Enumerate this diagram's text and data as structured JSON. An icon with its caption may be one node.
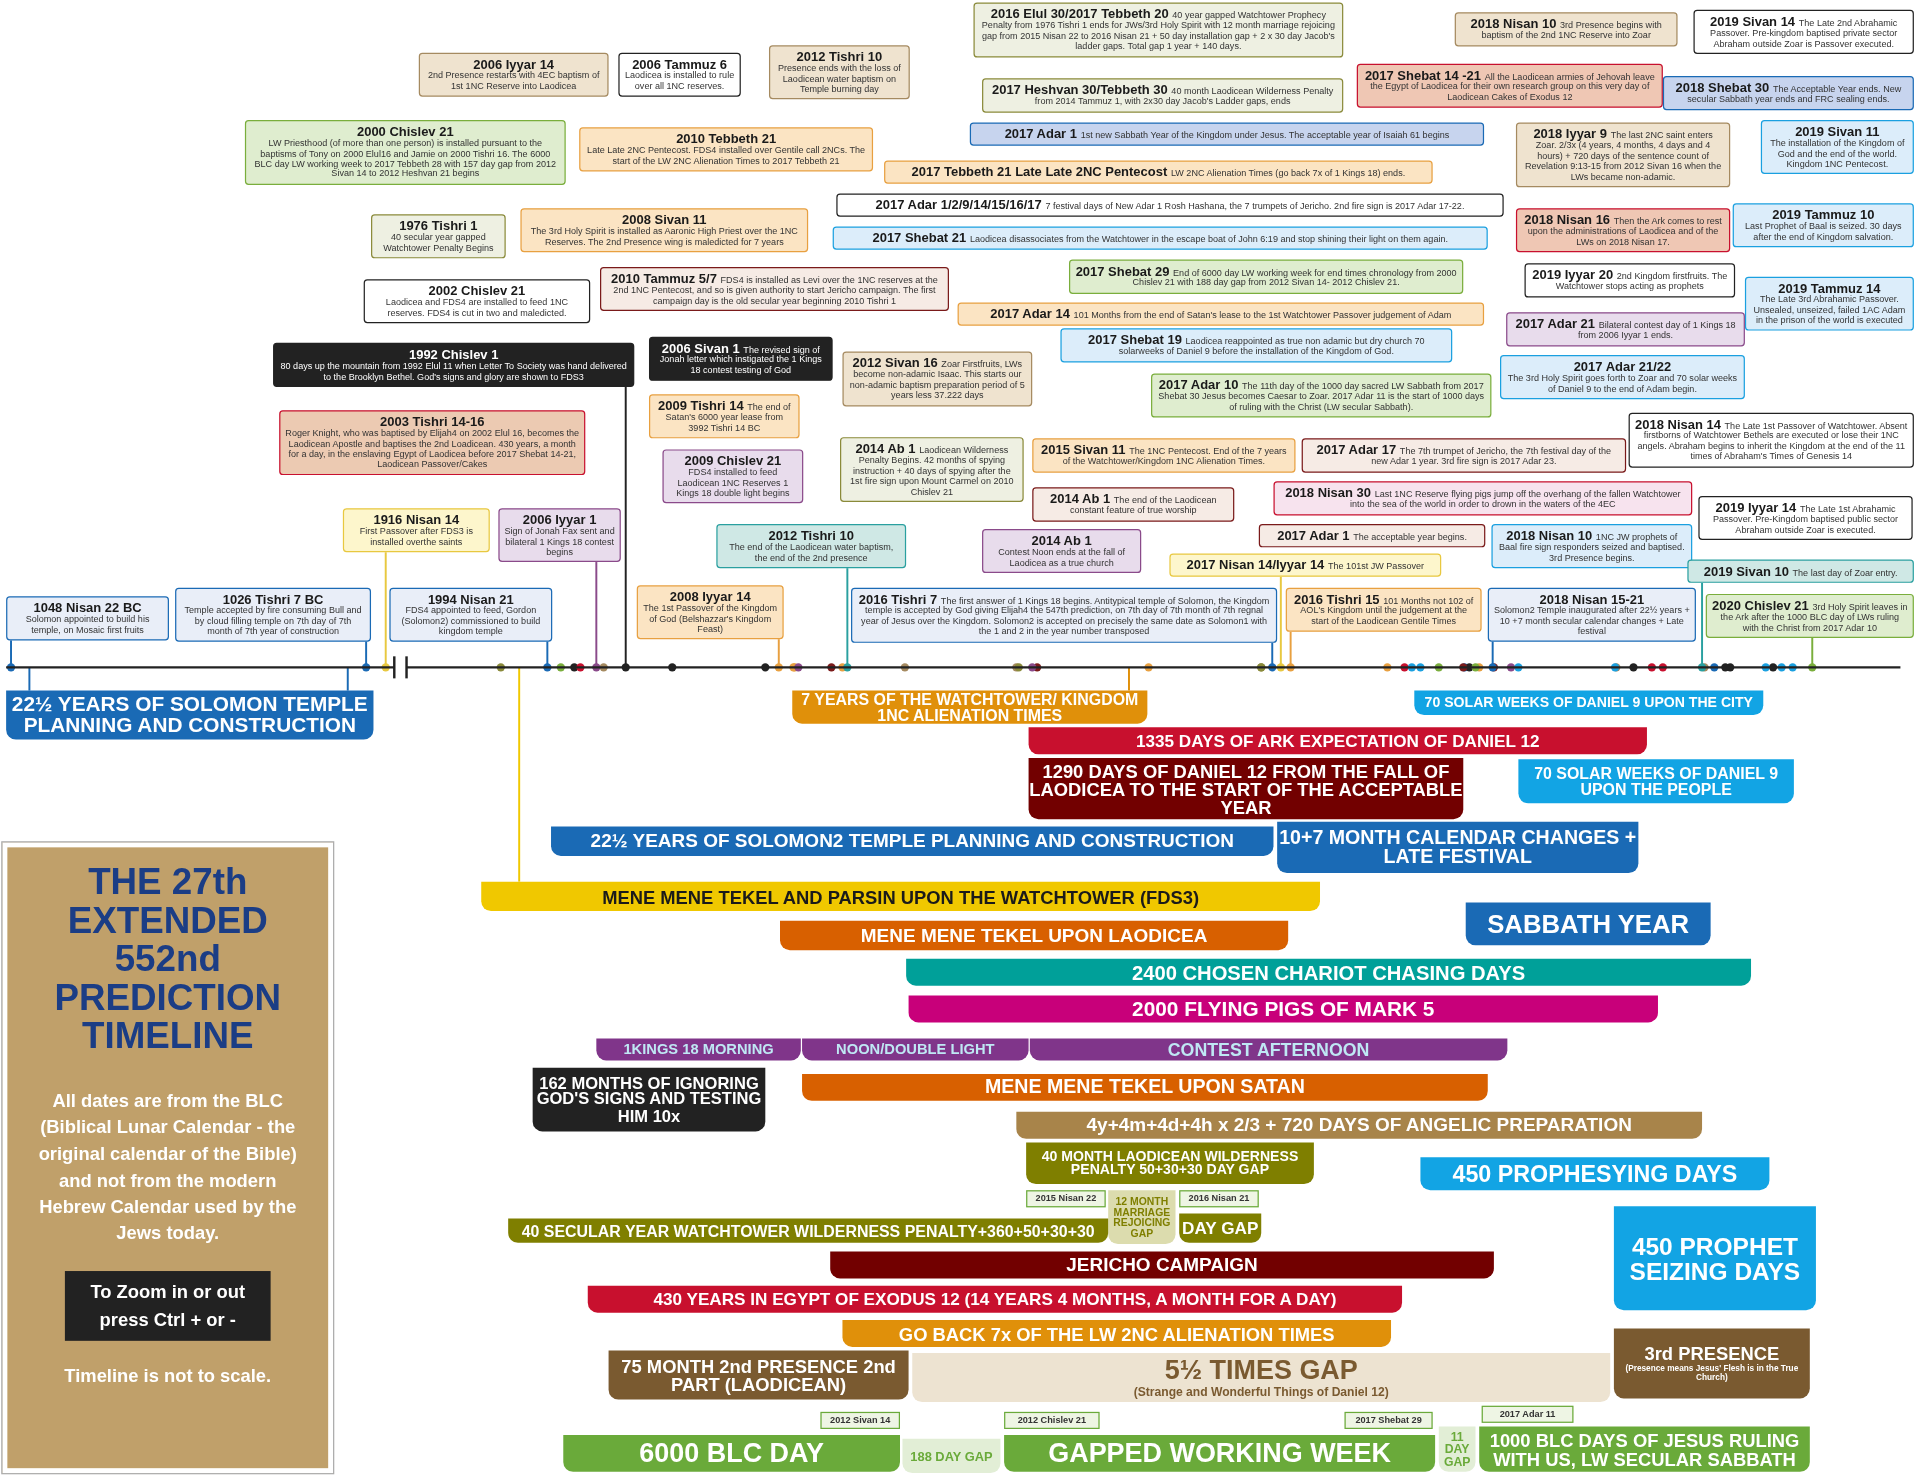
{
  "diagram": {
    "title": "THE 27th EXTENDED 552nd PREDICTION TIMELINE",
    "nodes": [
      {
        "text": [
          "2006 Iyyar 14",
          "2nd Presence restarts with 4EC baptism of 1st 1NC Reserve into Laodicea"
        ]
      },
      {
        "text": [
          "2006 Tammuz 6",
          "Laodicea is installed to rule over all 1NC reserves."
        ]
      },
      {
        "text": [
          "2012 Tishri 10",
          "Presence ends with the loss of Laodicean water baptism on Temple burning day"
        ]
      },
      {
        "text": [
          "2016 Elul 30/2017 Tebbeth 20",
          "40 year gapped Watchtower Prophecy Penalty from 1976 Tishri 1 ends for JWs/3rd Holy Spirit with 12 month marriage rejoicing gap from 2015 Nisan 22 to 2016 Nisan 21 + 50 day installation gap + 2 x 30 day Jacob's ladder gaps. Total gap 1 year + 140 days."
        ]
      },
      {
        "text": [
          "2018 Nisan 10",
          "3rd Presence begins with baptism of the 2nd 1NC Reserve into Zoar"
        ]
      },
      {
        "text": [
          "2019 Sivan 14",
          "The Late 2nd Abrahamic Passover. Pre-kingdom baptised private sector Abraham outside Zoar is Passover executed."
        ]
      },
      {
        "text": [
          "2017 Heshvan 30/Tebbeth 30",
          "40 month Laodicean Wilderness Penalty from 2014 Tammuz 1, with 2x30 day Jacob's Ladder gaps, ends"
        ]
      },
      {
        "text": [
          "2017 Shebat 14 -21",
          "All the Laodicean armies of Jehovah leave the Egypt of Laodicea for their own research group on this very day of Laodicean Cakes of Exodus 12"
        ]
      },
      {
        "text": [
          "2018 Shebat 30",
          "The Acceptable Year ends. New secular Sabbath year ends and FRC sealing ends."
        ]
      },
      {
        "text": [
          "2000 Chislev 21",
          "LW Priesthood (of more than one person) is installed pursuant to the baptisms of Tony on 2000 Elul16 and Jamie on 2000 Tishri 16. The 6000 BLC day LW working week to 2017 Tebbeth 28 with 157 day gap from 2012 Sivan 14 to 2012 Heshvan 21 begins"
        ]
      },
      {
        "text": [
          "2010 Tebbeth 21",
          "Late Late 2NC Pentecost. FDS4 installed over Gentile call 2NCs. The start of the LW 2NC Alienation Times to 2017 Tebbeth 21"
        ]
      },
      {
        "text": [
          "2017 Adar 1",
          "1st new Sabbath Year of the Kingdom under Jesus. The acceptable year of Isaiah 61 begins"
        ]
      },
      {
        "text": [
          "2018 Iyyar 9",
          "The last 2NC saint enters Zoar. 2/3x (4 years, 4 months, 4 days and 4 hours) + 720 days of the sentence count of Revelation 9:13-15 from 2012 Sivan 16 when the LWs became non-adamic."
        ]
      },
      {
        "text": [
          "2019 Sivan 11",
          "The installation of the Kingdom of God and the end of the world. Kingdom 1NC Pentecost."
        ]
      },
      {
        "text": [
          "2017 Tebbeth 21 Late Late 2NC Pentecost",
          "LW 2NC Alienation Times (go back 7x of 1 Kings 18) ends."
        ]
      },
      {
        "text": [
          "1976 Tishri 1",
          "40 secular year gapped Watchtower Penalty Begins"
        ]
      },
      {
        "text": [
          "2008 Sivan 11",
          "The 3rd Holy Spirit is installed as Aaronic High Priest over the 1NC Reserves. The 2nd Presence wing is maledicted for 7 years"
        ]
      },
      {
        "text": [
          "2017 Adar 1/2/9/14/15/16/17",
          "7 festival days of New Adar 1 Rosh Hashana, the 7 trumpets of Jericho. 2nd fire sign is 2017 Adar 17-22."
        ]
      },
      {
        "text": [
          "2018 Nisan 16",
          "Then the Ark comes to rest upon the administrations of Laodicea and of the LWs on 2018 Nisan 17."
        ]
      },
      {
        "text": [
          "2019 Tammuz 10",
          "Last Prophet of Baal is seized. 30 days after the end of Kingdom salvation."
        ]
      },
      {
        "text": [
          "2017 Shebat 21",
          "Laodicea disassociates from the Watchtower in the escape boat of John 6:19 and stop shining their light on them again."
        ]
      },
      {
        "text": [
          "2002 Chislev 21",
          "Laodicea and FDS4 are installed to feed 1NC reserves. FDS4 is cut in two and maledicted."
        ]
      },
      {
        "text": [
          "2010 Tammuz 5/7",
          "FDS4 is installed as Levi over the 1NC reserves at the 2nd 1NC Pentecost, and so is given authority to start Jericho campaign. The first campaign day is the old secular year beginning 2010 Tishri 1"
        ]
      },
      {
        "text": [
          "2017 Shebat 29",
          "End of 6000 day LW working week for end times chronology from 2000 Chislev 21 with 188 day gap from 2012 Sivan 14- 2012 Chislev 21."
        ]
      },
      {
        "text": [
          "2019 Iyyar 20",
          "2nd Kingdom firstfruits. The Watchtower stops acting as prophets"
        ]
      },
      {
        "text": [
          "2019 Tammuz 14",
          "The Late 3rd Abrahamic Passover. Unsealed, unseized, failed 1AC Adam in the prison of the world is executed"
        ]
      },
      {
        "text": [
          "2017 Adar 14",
          "101 Months from the end of Satan's lease to the 1st Watchtower Passover judgement of Adam"
        ]
      },
      {
        "text": [
          "1992 Chislev 1",
          "80 days up the mountain from 1992 Elul 11 when Letter To Society was hand delivered to the Brooklyn Bethel. God's signs and glory are shown to FDS3"
        ]
      },
      {
        "text": [
          "2006 Sivan 1",
          "The revised sign of Jonah letter which instigated the 1 Kings 18 contest testing of God"
        ]
      },
      {
        "text": [
          "2017 Shebat 19",
          "Laodicea reappointed as true non adamic but dry church 70 solarweeks of Daniel 9 before the installation of the Kingdom of God."
        ]
      },
      {
        "text": [
          "2017 Adar 21",
          "Bilateral contest day of 1 Kings 18 from 2006 Iyyar 1 ends."
        ]
      },
      {
        "text": [
          "2017 Adar 21/22",
          "The 3rd Holy Spirit goes forth to Zoar and 70 solar weeks of Daniel 9 to the end of Adam begin."
        ]
      },
      {
        "text": [
          "2012 Sivan 16",
          "Zoar Firstfruits, LWs become non-adamic Isaac. This starts our non-adamic baptism preparation period of 5 years less 37.222 days"
        ]
      },
      {
        "text": [
          "2017 Adar 10",
          "The 11th day of the 1000 day sacred LW Sabbath from 2017 Shebat 30 Jesus becomes Caesar to Zoar. 2017 Adar 11 is the start of 1000 days of ruling with the Christ (LW secular Sabbath)."
        ]
      },
      {
        "text": [
          "2003 Tishri 14-16",
          "Roger Knight, who was baptised by Elijah4 on 2002 Elul 16, becomes the Laodicean Apostle and baptises the 2nd Loadicean. 430 years, a month for a day, in the enslaving Egypt of Laodicea before 2017 Shebat 14-21, Laodicean Passover/Cakes"
        ]
      },
      {
        "text": [
          "2009 Tishri 14",
          "The end of Satan's 6000 year lease from 3992 Tishri 14 BC"
        ]
      },
      {
        "text": [
          "2009 Chislev 21",
          "FDS4 installed to feed Laodicean 1NC Reserves 1 Kings 18 double light begins"
        ]
      },
      {
        "text": [
          "2014 Ab 1",
          "Laodicean Wilderness Penalty Begins. 42 months of spying instruction + 40 days of spying after the 1st fire sign upon Mount Carmel on 2010 Chislev 21"
        ]
      },
      {
        "text": [
          "2015 Sivan 11",
          "The 1NC Pentecost. End of the 7 years of the Watchtower/Kingdom 1NC Alienation Times."
        ]
      },
      {
        "text": [
          "2017 Adar 17",
          "The 7th trumpet of Jericho, the 7th festival day of the new Adar 1 year. 3rd fire sign is 2017 Adar 23."
        ]
      },
      {
        "text": [
          "2018 Nisan 14",
          "The Late 1st Passover of Watchtower. Absent firstborns of Watchtower Bethels are executed or lose their 1NC angels. Abraham begins to inherit the Kingdom at the end of the 11 times of Abraham's Times of Genesis 14"
        ]
      },
      {
        "text": [
          "2018 Nisan 30",
          "Last 1NC Reserve flying pigs jump off the overhang of the fallen Watchtower into the sea of the world in order to drown in the waters of the 4EC"
        ]
      },
      {
        "text": [
          "2014 Ab 1",
          "The end of the Laodicean constant feature of true worship"
        ]
      },
      {
        "text": [
          "1916 Nisan 14",
          "First Passover after FDS3 is installed overthe saints"
        ]
      },
      {
        "text": [
          "2006 Iyyar 1",
          "Sign of Jonah Fax sent and bilateral 1 Kings 18 contest begins"
        ]
      },
      {
        "text": [
          "2012 Tishri 10",
          "The end of the Laodicean water baptism, the end of the 2nd presence"
        ]
      },
      {
        "text": [
          "2014 Ab 1",
          "Contest Noon ends at the fall of Laodicea as a true church"
        ]
      },
      {
        "text": [
          "2017 Adar 1",
          "The acceptable year begins."
        ]
      },
      {
        "text": [
          "2018 Nisan 10",
          "1NC JW prophets of Baal fire sign responders seized and baptised. 3rd Presence begins."
        ]
      },
      {
        "text": [
          "2019 Iyyar 14",
          "The Late 1st Abrahamic Passover. Pre-Kingdom baptised public sector Abraham outside Zoar is executed."
        ]
      },
      {
        "text": [
          "2017 Nisan 14/Iyyar 14",
          "The 101st JW Passover"
        ]
      },
      {
        "text": [
          "2019 Sivan 10",
          "The last day of Zoar entry."
        ]
      },
      {
        "text": [
          "1048 Nisan 22 BC",
          "Solomon appointed to build his temple, on Mosaic first fruits"
        ]
      },
      {
        "text": [
          "1026 Tishri 7 BC",
          "Temple accepted by fire consuming Bull and by cloud filling temple on 7th day of 7th month of 7th year of construction"
        ]
      },
      {
        "text": [
          "1994 Nisan 21",
          "FDS4 appointed to feed, Gordon (Solomon2) commissioned to build kingdom temple"
        ]
      },
      {
        "text": [
          "2008 Iyyar 14",
          "The 1st Passover of the Kingdom of God (Belshazzar's Kingdom Feast)"
        ]
      },
      {
        "text": [
          "2016 Tishri 7",
          "The first answer of 1 Kings 18 begins. Antitypical temple of Solomon, the Kingdom temple is accepted by God giving Elijah4 the 547th prediction, on 7th day of 7th month of 7th regnal year of Jesus over the Kingdom. Solomon2 is accepted on precisely the same date as Solomon1 with the 1 and 2 in the year number transposed"
        ]
      },
      {
        "text": [
          "2016 Tishri 15",
          "101 Months not 102 of AOL's Kingdom until the judgement at the start of the Laodicean Gentile Times"
        ]
      },
      {
        "text": [
          "2018 Nisan 15-21",
          "Solomon2 Temple inaugurated after 22½ years + 10 +7 month secular calendar changes + Late festival"
        ]
      },
      {
        "text": [
          "2020 Chislev 21",
          "3rd Holy Spirit leaves in the Ark after the 1000 BLC day of LWs ruling with the Christ from 2017 Adar 10"
        ]
      },
      {
        "text": [
          "22½ YEARS OF SOLOMON TEMPLE PLANNING AND CONSTRUCTION"
        ]
      },
      {
        "text": [
          "7 YEARS OF THE WATCHTOWER/ KINGDOM 1NC ALIENATION TIMES"
        ]
      },
      {
        "text": [
          "70 SOLAR WEEKS OF DANIEL 9 UPON THE CITY"
        ]
      },
      {
        "text": [
          "1335 DAYS OF ARK EXPECTATION OF DANIEL 12"
        ]
      },
      {
        "text": [
          "1290 DAYS OF DANIEL 12 FROM THE FALL OF LAODICEA TO THE START OF THE ACCEPTABLE YEAR"
        ]
      },
      {
        "text": [
          "70 SOLAR WEEKS OF DANIEL 9 UPON THE PEOPLE"
        ]
      },
      {
        "text": [
          "22½ YEARS OF SOLOMON2 TEMPLE PLANNING AND CONSTRUCTION"
        ]
      },
      {
        "text": [
          "10+7 MONTH CALENDAR CHANGES + LATE FESTIVAL"
        ]
      },
      {
        "text": [
          "MENE MENE TEKEL AND PARSIN UPON THE WATCHTOWER (FDS3)"
        ]
      },
      {
        "text": [
          "SABBATH YEAR"
        ]
      },
      {
        "text": [
          "MENE MENE TEKEL UPON LAODICEA"
        ]
      },
      {
        "text": [
          "2400 CHOSEN CHARIOT CHASING DAYS"
        ]
      },
      {
        "text": [
          "2000 FLYING PIGS OF MARK 5"
        ]
      },
      {
        "text": [
          "1KINGS 18 MORNING"
        ]
      },
      {
        "text": [
          "NOON/DOUBLE LIGHT"
        ]
      },
      {
        "text": [
          "CONTEST AFTERNOON"
        ]
      },
      {
        "text": [
          "162 MONTHS OF IGNORING GOD'S SIGNS AND TESTING HIM 10x"
        ]
      },
      {
        "text": [
          "MENE MENE TEKEL UPON SATAN"
        ]
      },
      {
        "text": [
          "4y+4m+4d+4h x 2/3 + 720 DAYS OF ANGELIC PREPARATION"
        ]
      },
      {
        "text": [
          "40 MONTH LAODICEAN WILDERNESS PENALTY 50+30+30 DAY GAP"
        ]
      },
      {
        "text": [
          "450 PROPHESYING DAYS"
        ]
      },
      {
        "text": [
          "2015 Nisan 22"
        ]
      },
      {
        "text": [
          "12 MONTH MARRIAGE REJOICING GAP"
        ]
      },
      {
        "text": [
          "2016 Nisan 21"
        ]
      },
      {
        "text": [
          "40 SECULAR YEAR WATCHTOWER WILDERNESS PENALTY+360+50+30+30"
        ]
      },
      {
        "text": [
          "DAY GAP"
        ]
      },
      {
        "text": [
          "450 PROPHET SEIZING DAYS"
        ]
      },
      {
        "text": [
          "JERICHO CAMPAIGN"
        ]
      },
      {
        "text": [
          "430 YEARS IN EGYPT OF EXODUS 12 (14 YEARS 4 MONTHS, A MONTH FOR A DAY)"
        ]
      },
      {
        "text": [
          "GO BACK 7x OF THE LW 2NC ALIENATION TIMES"
        ]
      },
      {
        "text": [
          "75 MONTH 2nd PRESENCE 2nd PART (LAODICEAN)"
        ]
      },
      {
        "text": [
          "5½ TIMES GAP",
          "(Strange and Wonderful Things of Daniel 12)"
        ]
      },
      {
        "text": [
          "3rd PRESENCE",
          "(Presence means Jesus' Flesh is in the True Church)"
        ]
      },
      {
        "text": [
          "2012 Sivan 14"
        ]
      },
      {
        "text": [
          "6000 BLC DAY"
        ]
      },
      {
        "text": [
          "188 DAY GAP"
        ]
      },
      {
        "text": [
          "2012 Chislev 21"
        ]
      },
      {
        "text": [
          "GAPPED WORKING WEEK"
        ]
      },
      {
        "text": [
          "2017 Shebat 29"
        ]
      },
      {
        "text": [
          "11 DAY GAP"
        ]
      },
      {
        "text": [
          "2017 Adar 11"
        ]
      },
      {
        "text": [
          "1000 BLC DAYS OF JESUS RULING WITH US, LW SECULAR SABBATH"
        ]
      },
      {
        "text": [
          "To Zoom in or out press Ctrl + or -"
        ]
      }
    ],
    "labels": [
      "All dates are from the BLC (Biblical Lunar Calendar - the original calendar of the Bible) and not from the modern Hebrew Calendar used by the Jews today.",
      "Timeline is not to scale."
    ]
  }
}
